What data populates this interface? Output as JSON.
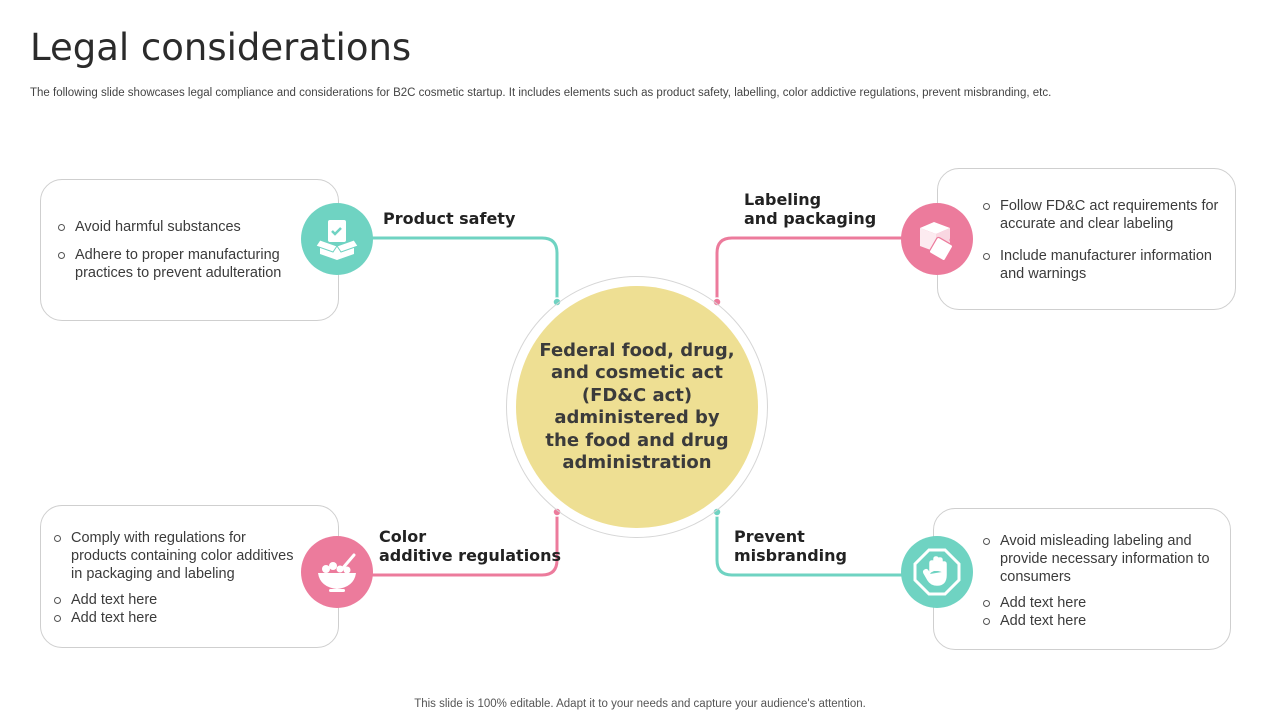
{
  "slide": {
    "title": "Legal considerations",
    "subtitle": "The following slide showcases legal compliance and considerations for B2C cosmetic startup. It includes elements such as product safety, labelling, color addictive regulations, prevent misbranding, etc.",
    "footer": "This slide is 100% editable. Adapt it to your needs and capture your audience's attention."
  },
  "center": {
    "text": "Federal food, drug, and cosmetic act (FD&C act) administered by the food and drug administration"
  },
  "colors": {
    "teal": "#6fd3c2",
    "pink": "#ec7b9c",
    "center": "#eedf93"
  },
  "sections": {
    "product_safety": {
      "heading": "Product safety",
      "icon": "safety-box-icon",
      "items": [
        "Avoid harmful substances",
        "Adhere to proper manufacturing practices to prevent adulteration"
      ]
    },
    "labeling": {
      "heading_line1": "Labeling",
      "heading_line2": "and packaging",
      "icon": "label-tag-icon",
      "items": [
        "Follow FD&C act requirements for accurate and clear labeling",
        "Include manufacturer information and warnings"
      ]
    },
    "color_additive": {
      "heading_line1": "Color",
      "heading_line2": "additive regulations",
      "icon": "cosmetic-bowl-icon",
      "items": [
        "Comply with regulations for products containing color additives in packaging and labeling",
        "Add text here",
        "Add text here"
      ]
    },
    "misbranding": {
      "heading_line1": "Prevent",
      "heading_line2": "misbranding",
      "icon": "stop-hand-icon",
      "items": [
        "Avoid misleading labeling and provide necessary information to consumers",
        "Add text here",
        "Add text here"
      ]
    }
  }
}
